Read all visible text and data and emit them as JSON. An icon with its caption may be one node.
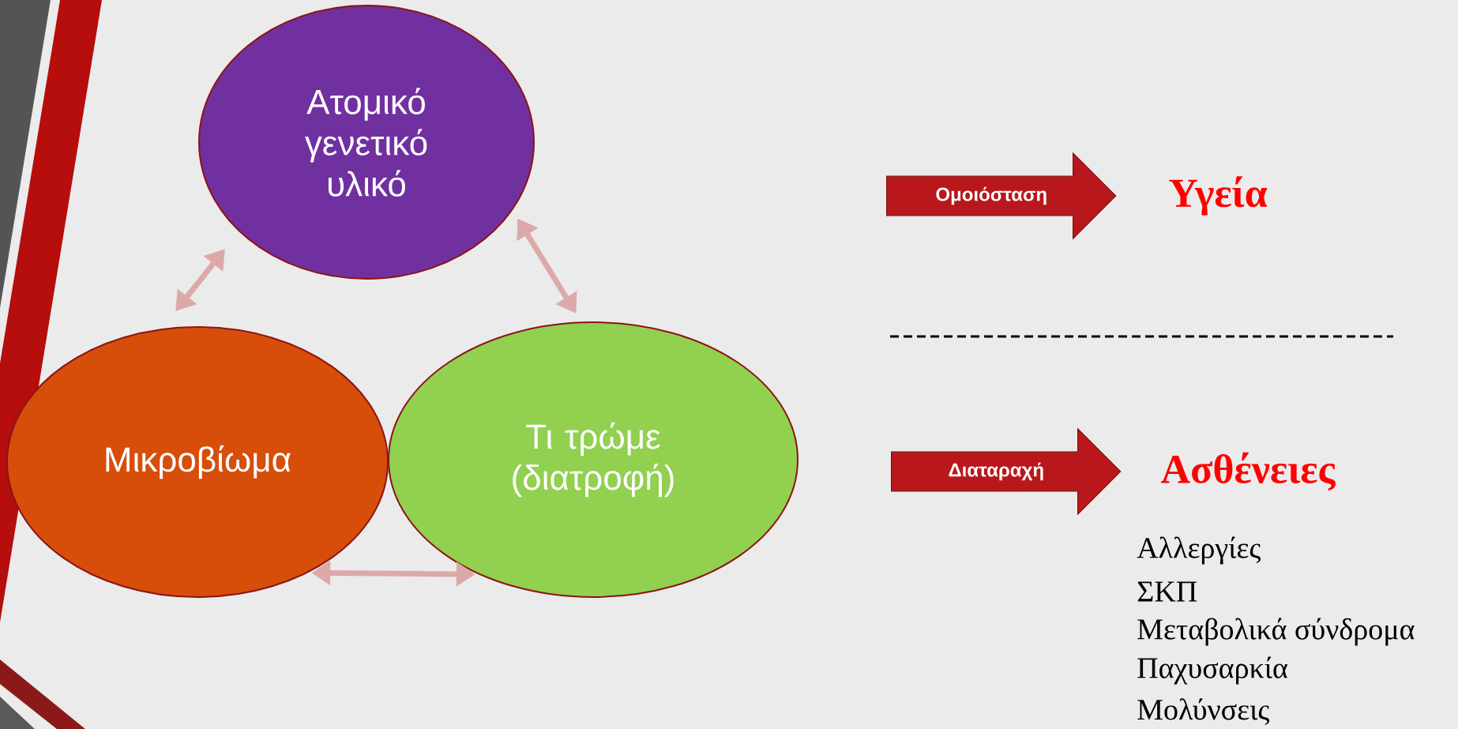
{
  "diagram": {
    "nodes": [
      {
        "text": [
          "Ατομικό γενετικό υλικό"
        ]
      },
      {
        "text": [
          "Μικροβίωμα"
        ]
      },
      {
        "text": [
          "Τι τρώμε (διατροφή)"
        ]
      },
      {
        "text": [
          "Ομοιόσταση"
        ]
      },
      {
        "text": [
          "Διαταραχή"
        ]
      }
    ],
    "edges": [
      {
        "from": 0,
        "to": 1,
        "arrow": "both"
      },
      {
        "from": 0,
        "to": 2,
        "arrow": "both"
      },
      {
        "from": 1,
        "to": 2,
        "arrow": "both"
      }
    ],
    "labels": [
      "Υγεία",
      "Ασθένειες",
      "Αλλεργίες",
      "ΣΚΠ",
      "Μεταβολικά σύνδρομα",
      "Παχυσαρκία",
      "Μολύνσεις"
    ]
  }
}
